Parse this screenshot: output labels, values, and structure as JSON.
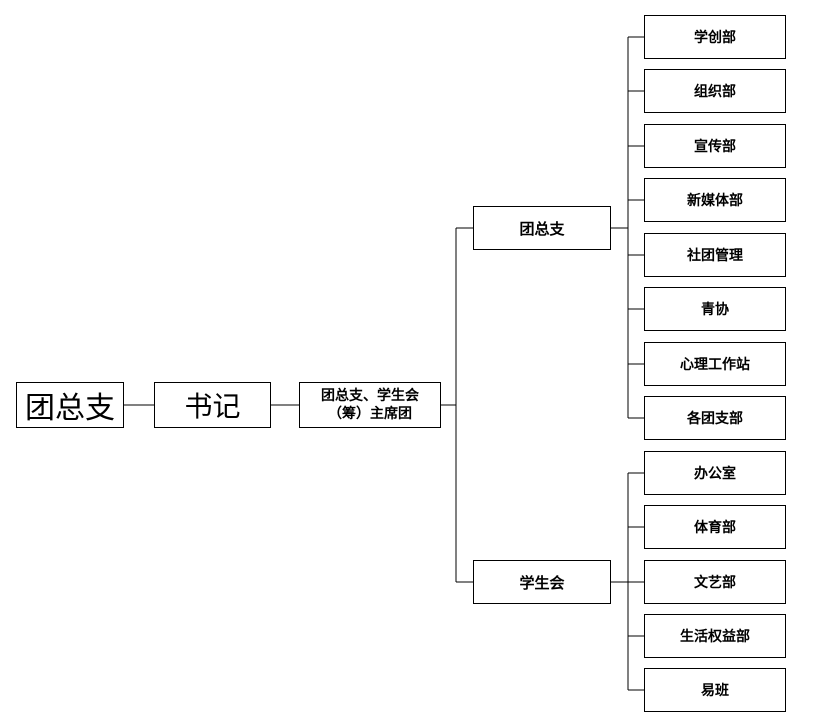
{
  "root": {
    "label": "团总支"
  },
  "secretary": {
    "label": "书记"
  },
  "presidium": {
    "line1": "团总支、学生会",
    "line2": "（筹）主席团"
  },
  "branches": [
    {
      "label": "团总支",
      "departments": [
        "学创部",
        "组织部",
        "宣传部",
        "新媒体部",
        "社团管理",
        "青协",
        "心理工作站",
        "各团支部"
      ]
    },
    {
      "label": "学生会",
      "departments": [
        "办公室",
        "体育部",
        "文艺部",
        "生活权益部",
        "易班"
      ]
    }
  ]
}
